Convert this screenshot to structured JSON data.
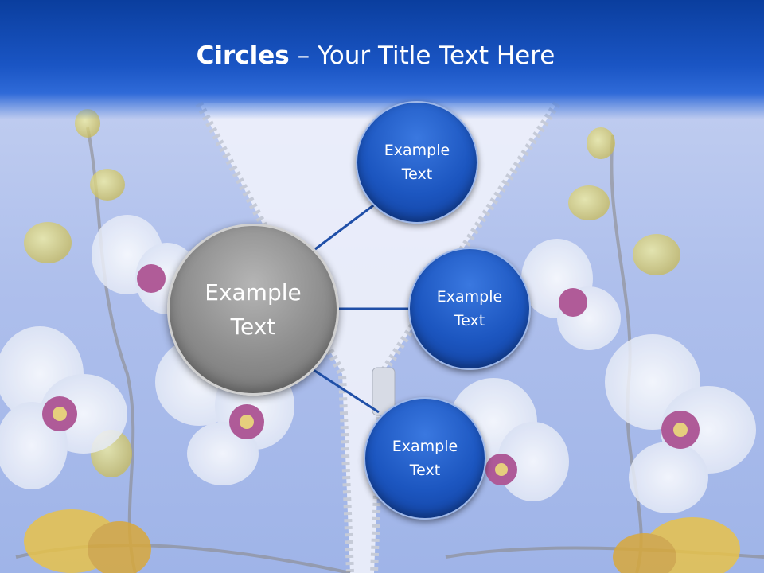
{
  "slide": {
    "title_bold": "Circles",
    "title_rest": " – Your Title Text Here"
  },
  "hub": {
    "label": "Example\nText"
  },
  "satellites": [
    {
      "label": "Example\nText"
    },
    {
      "label": "Example\nText"
    },
    {
      "label": "Example\nText"
    }
  ],
  "colors": {
    "header": "#1a55c4",
    "hub": "#8c8c8c",
    "satellite": "#1c56c0",
    "connector": "#1f4fa8"
  }
}
